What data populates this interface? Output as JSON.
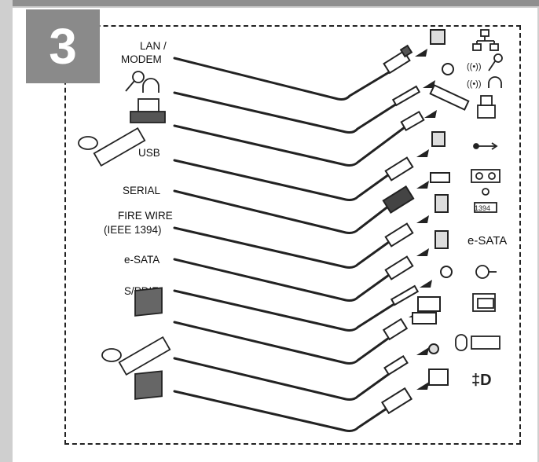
{
  "step_number": "3",
  "labels": {
    "lan_1": "LAN /",
    "lan_2": "MODEM",
    "usb": "USB",
    "serial": "SERIAL",
    "firewire_1": "FIRE WIRE",
    "firewire_2": "(IEEE 1394)",
    "esata": "e-SATA",
    "spdif": "S/PDIF"
  },
  "icons": {
    "firewire_badge": "1394",
    "esata_text": "e-SATA"
  }
}
